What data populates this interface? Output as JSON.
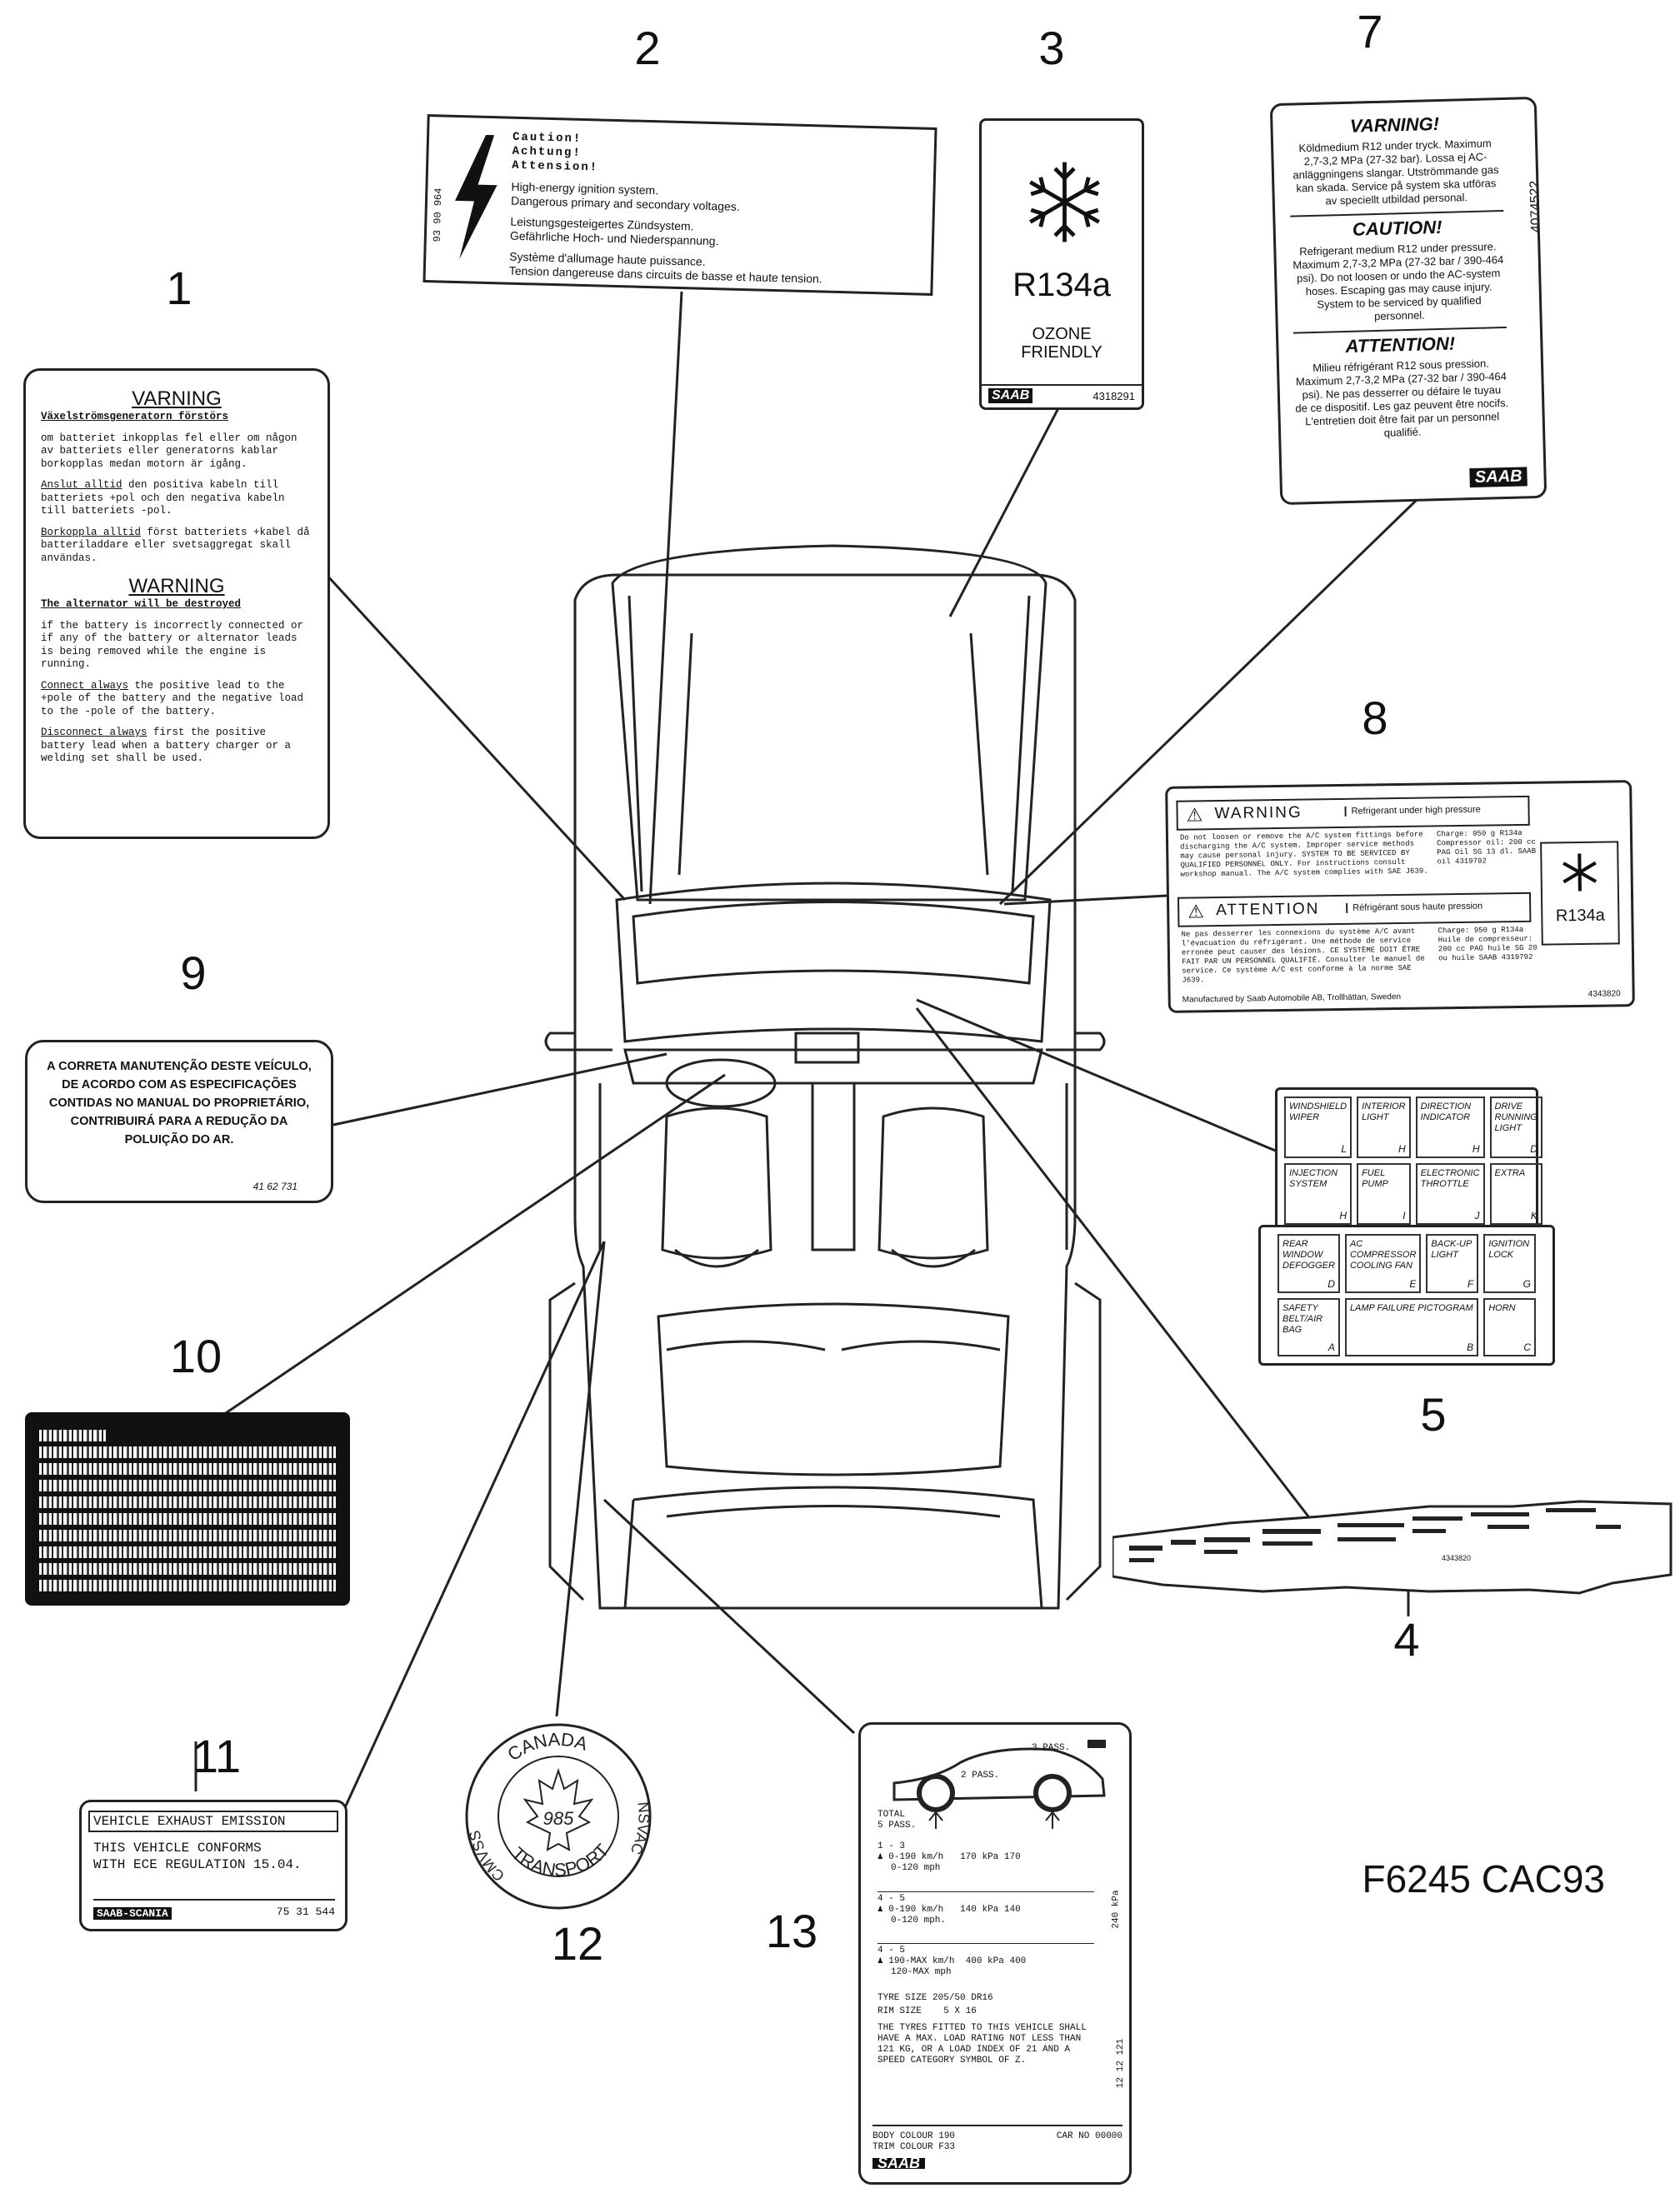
{
  "figure_ref": "F6245 CAC93",
  "callouts": [
    "1",
    "2",
    "3",
    "4",
    "5",
    "7",
    "8",
    "9",
    "10",
    "11",
    "12",
    "13"
  ],
  "label1": {
    "heading1": "VARNING",
    "sub1": "Växelströmsgeneratorn förstörs",
    "p1": "om batteriet inkopplas fel eller om någon av batteriets eller generatorns kablar borkopplas medan motorn är igång.",
    "p2a": "Anslut alltid",
    "p2b": " den positiva kabeln till batteriets +pol och den negativa kabeln till batteriets -pol.",
    "p3a": "Borkoppla alltid",
    "p3b": " först batteriets +kabel då batteriladdare eller svetsaggregat skall användas.",
    "heading2": "WARNING",
    "sub2": "The alternator will be destroyed",
    "p4": "if the battery is incorrectly connected or if any of the battery or alternator leads is being removed while the engine is running.",
    "p5a": "Connect always",
    "p5b": " the positive lead to the +pole of the battery and the negative load to the -pole of the battery.",
    "p6a": "Disconnect always",
    "p6b": " first the positive battery lead when a battery charger or a welding set shall be used."
  },
  "label2": {
    "code": "93 90 964",
    "caution": "Caution!",
    "achtung": "Achtung!",
    "attention": "Attension!",
    "en1": "High-energy ignition system.",
    "en2": "Dangerous primary and secondary voltages.",
    "de1": "Leistungsgesteigertes Zündsystem.",
    "de2": "Gefährliche Hoch- und Niederspannung.",
    "fr1": "Système d'allumage haute puissance.",
    "fr2": "Tension dangereuse dans circuits de basse et haute tension."
  },
  "label3": {
    "refrigerant": "R134a",
    "ozone1": "OZONE",
    "ozone2": "FRIENDLY",
    "brand": "SAAB",
    "part": "4318291"
  },
  "label7": {
    "h1": "VARNING!",
    "p1": "Köldmedium R12 under tryck. Maximum 2,7-3,2 MPa (27-32 bar). Lossa ej AC-anläggningens slangar. Utströmmande gas kan skada. Service på system ska utföras av speciellt utbildad personal.",
    "h2": "CAUTION!",
    "p2": "Refrigerant medium R12 under pressure. Maximum 2,7-3,2 MPa (27-32 bar / 390-464 psi). Do not loosen or undo the AC-system hoses. Escaping gas may cause injury. System to be serviced by qualified personnel.",
    "h3": "ATTENTION!",
    "p3": "Milieu réfrigérant R12 sous pression. Maximum 2,7-3,2 MPa (27-32 bar / 390-464 psi). Ne pas desserrer ou défaire le tuyau de ce dispositif. Les gaz peuvent être nocifs. L'entretien doit être fait par un personnel qualifié.",
    "part": "4074522",
    "brand": "SAAB"
  },
  "label8": {
    "warning": "WARNING",
    "warning_sub": "Refrigerant under high pressure",
    "en_text": "Do not loosen or remove the A/C system fittings before discharging the A/C system. Improper service methods may cause personal injury. SYSTEM TO BE SERVICED BY QUALIFIED PERSONNEL ONLY. For instructions consult workshop manual. The A/C system complies with SAE J639.",
    "en_charge": "Charge: 950 g R134a Compressor oil: 200 cc PAG Oil SG 13 dl. SAAB oil 4319792",
    "attention": "ATTENTION",
    "attention_sub": "Réfrigérant sous haute pression",
    "fr_text": "Ne pas desserrer les connexions du système A/C avant l'évacuation du réfrigérant. Une méthode de service erronée peut causer des lésions. CE SYSTÈME DOIT ÊTRE FAIT PAR UN PERSONNEL QUALIFIÉ. Consulter le manuel de service. Ce système A/C est conforme à la norme SAE J639.",
    "fr_charge": "Charge: 950 g R134a Huile de compresseur: 200 cc PAG huile SG 20 ou huile SAAB 4319792",
    "refrigerant": "R134a",
    "footer": "Manufactured by Saab Automobile AB, Trollhättan, Sweden",
    "part": "4343820"
  },
  "label9": {
    "text": "A CORRETA MANUTENÇÃO DESTE VEÍCULO, DE ACORDO COM AS ESPECIFICAÇÕES CONTIDAS NO MANUAL DO PROPRIETÁRIO, CONTRIBUIRÁ PARA A REDUÇÃO DA POLUIÇÃO DO AR.",
    "part": "41 62 731"
  },
  "label5": {
    "row1": [
      {
        "name": "WINDSHIELD WIPER",
        "letter": "L"
      },
      {
        "name": "INTERIOR LIGHT",
        "letter": "H"
      },
      {
        "name": "DIRECTION INDICATOR",
        "letter": "H"
      },
      {
        "name": "DRIVE RUNNING LIGHT",
        "letter": "D"
      }
    ],
    "row2": [
      {
        "name": "INJECTION SYSTEM",
        "letter": "H"
      },
      {
        "name": "FUEL PUMP",
        "letter": "I"
      },
      {
        "name": "ELECTRONIC THROTTLE",
        "letter": "J"
      },
      {
        "name": "EXTRA",
        "letter": "K"
      }
    ],
    "row3": [
      {
        "name": "REAR WINDOW DEFOGGER",
        "letter": "D"
      },
      {
        "name": "AC COMPRESSOR COOLING FAN",
        "letter": "E"
      },
      {
        "name": "BACK-UP LIGHT",
        "letter": "F"
      },
      {
        "name": "IGNITION LOCK",
        "letter": "G"
      }
    ],
    "row4": [
      {
        "name": "SAFETY BELT/AIR BAG",
        "letter": "A"
      },
      {
        "name": "LAMP FAILURE PICTOGRAM",
        "letter": "B"
      },
      {
        "name": "HORN",
        "letter": "C"
      }
    ]
  },
  "label11": {
    "title": "VEHICLE EXHAUST EMISSION",
    "line1": "THIS VEHICLE CONFORMS",
    "line2": "WITH ECE REGULATION 15.04.",
    "brand": "SAAB-SCANIA",
    "part": "75 31 544"
  },
  "label12": {
    "top": "CANADA",
    "bottom": "TRANSPORT",
    "left": "CMVSS",
    "right": "NSVAC",
    "number": "985"
  },
  "label13": {
    "p3": "3 PASS.",
    "p2": "2 PASS.",
    "total": "TOTAL",
    "p5": "5 PASS.",
    "r1_pass": "1 - 3",
    "r1_l1": "0-190 km/h",
    "r1_l1_val": "170 kPa 170",
    "r1_l2": "0-120 mph",
    "r2_pass": "4 - 5",
    "r2_l1": "0-190 km/h",
    "r2_l1_val": "140 kPa 140",
    "r2_l2": "0-120 mph.",
    "r3_pass": "4 - 5",
    "r3_l1": "190-MAX km/h",
    "r3_l1_val": "400 kPa 400",
    "r3_l2": "120-MAX mph",
    "side_kpa": "240 kPa",
    "tyre": "TYRE SIZE 205/50 DR16",
    "rim": "RIM SIZE    5 X 16",
    "notice": "THE TYRES FITTED TO THIS VEHICLE SHALL HAVE A MAX. LOAD RATING NOT LESS THAN  121  KG, OR A LOAD INDEX OF  21  AND A SPEED CATEGORY SYMBOL OF Z.",
    "side_code": "12 12 121",
    "body": "BODY COLOUR 190",
    "car_no": "CAR NO 00000",
    "trim": "TRIM COLOUR F33",
    "brand": "SAAB"
  },
  "label4": {
    "part": "4343820"
  }
}
